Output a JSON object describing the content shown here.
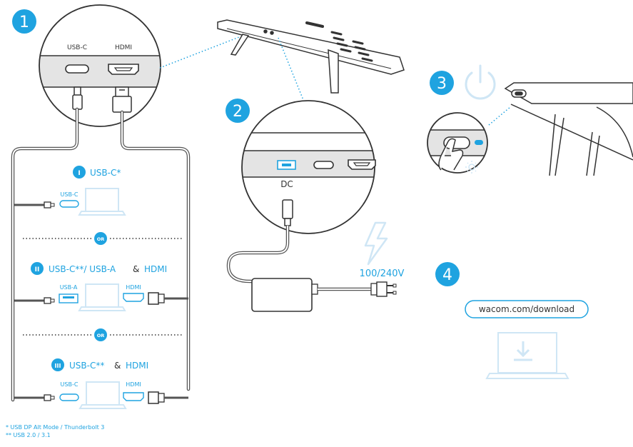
{
  "steps": {
    "s1": "1",
    "s2": "2",
    "s3": "3",
    "s4": "4"
  },
  "ports": {
    "usbc": "USB-C",
    "hdmi": "HDMI",
    "dc": "DC",
    "usba": "USB-A"
  },
  "options": {
    "opt1_num": "I",
    "opt1_label": "USB-C*",
    "opt2_num": "II",
    "opt2_label_a": "USB-C**/ USB-A",
    "opt2_amp": "&",
    "opt2_label_b": "HDMI",
    "opt3_num": "III",
    "opt3_label_a": "USB-C**",
    "opt3_amp": "&",
    "opt3_label_b": "HDMI",
    "or": "OR"
  },
  "power": {
    "voltage": "100/240V"
  },
  "download": {
    "url": "wacom.com/download"
  },
  "footnotes": {
    "note1": "*  USB DP Alt Mode / Thunderbolt 3",
    "note2": "** USB 2.0 / 3.1"
  },
  "colors": {
    "accent": "#1fa3e0",
    "light_accent": "#cfe6f5",
    "panel": "#e6e6e6",
    "line": "#333333"
  }
}
